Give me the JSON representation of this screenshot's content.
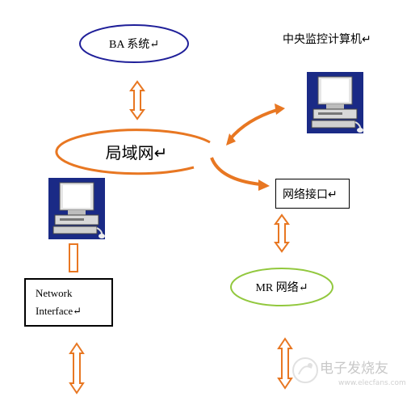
{
  "diagram": {
    "ba_system": "BA 系统↵",
    "central_computer": "中央监控计算机↵",
    "lan": "局域网↵",
    "network_interface_cn": "网络接口↵",
    "network_interface_en_line1": "Network",
    "network_interface_en_line2": "Interface↵",
    "mr_network": "MR 网络↵"
  },
  "watermark": {
    "text": "电子发烧友",
    "url": "www.elecfans.com"
  },
  "colors": {
    "arrow": "#e87722",
    "ba_ellipse": "#1f1f99",
    "lan_ellipse": "#e87722",
    "mr_ellipse": "#92c83e",
    "monitor_bg": "#1a237e"
  }
}
